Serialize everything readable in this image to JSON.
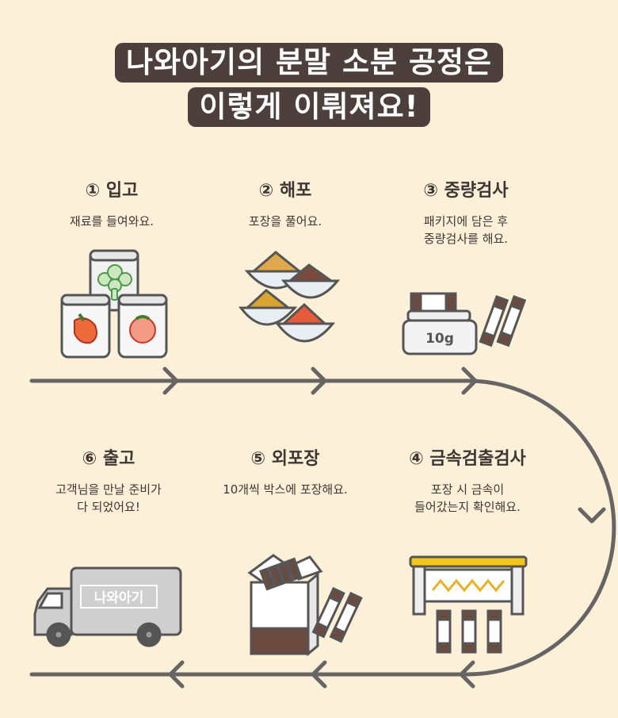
{
  "title": {
    "line1": "나와아기의 분말 소분 공정은",
    "line2": "이렇게 이뤄져요!"
  },
  "steps": [
    {
      "title": "① 입고",
      "desc": [
        "재료를 들여와요."
      ]
    },
    {
      "title": "② 해포",
      "desc": [
        "포장을 풀어요."
      ]
    },
    {
      "title": "③ 중량검사",
      "desc": [
        "패키지에 담은 후",
        "중량검사를 해요."
      ]
    },
    {
      "title": "④ 금속검출검사",
      "desc": [
        "포장 시 금속이",
        "들어갔는지 확인해요."
      ]
    },
    {
      "title": "⑤ 외포장",
      "desc": [
        "10개씩 박스에 포장해요."
      ]
    },
    {
      "title": "⑥ 출고",
      "desc": [
        "고객님을 만날 준비가",
        "다 되었어요!"
      ]
    }
  ],
  "scale_label": "10g",
  "truck_label": "나와아기",
  "colors": {
    "background": "#fdf0d9",
    "title_bg": "#4d3f3b",
    "flow_line": "#666464",
    "brown": "#6b4a3f",
    "yellow": "#f2c51b"
  }
}
